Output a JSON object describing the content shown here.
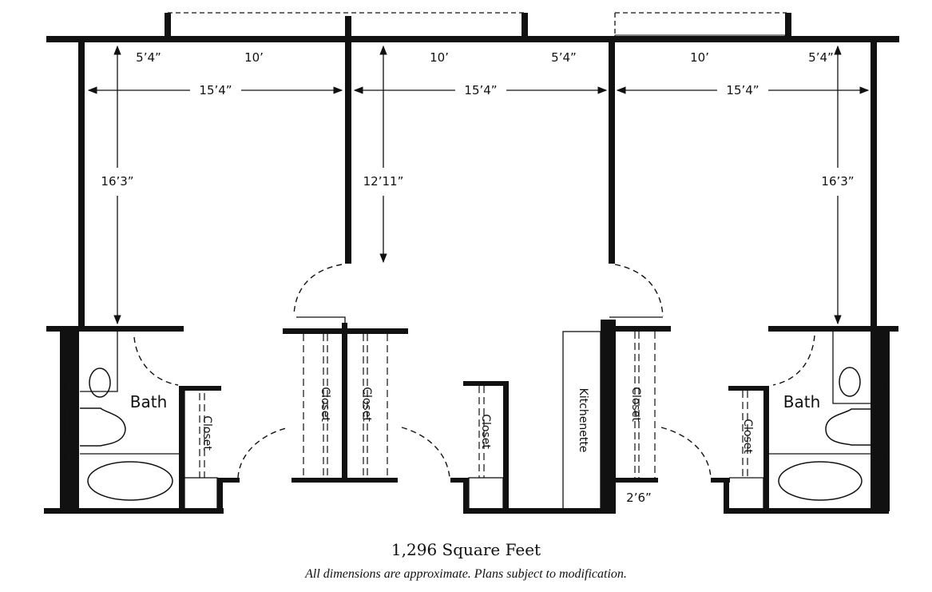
{
  "dimensions": {
    "top": [
      "5’4”",
      "10’",
      "10’",
      "5’4”",
      "10’",
      "5’4”"
    ],
    "width": [
      "15’4”",
      "15’4”",
      "15’4”"
    ],
    "depth": [
      "16’3”",
      "12’11”",
      "16’3”"
    ],
    "small": "2’6”"
  },
  "rooms": {
    "bath_left": "Bath",
    "bath_right": "Bath",
    "closet": "Closet",
    "kitchenette": "Kitchenette"
  },
  "caption": {
    "area": "1,296 Square Feet",
    "note": "All dimensions are approximate. Plans subject to modification."
  },
  "colors": {
    "ink": "#111111",
    "background": "#ffffff"
  }
}
